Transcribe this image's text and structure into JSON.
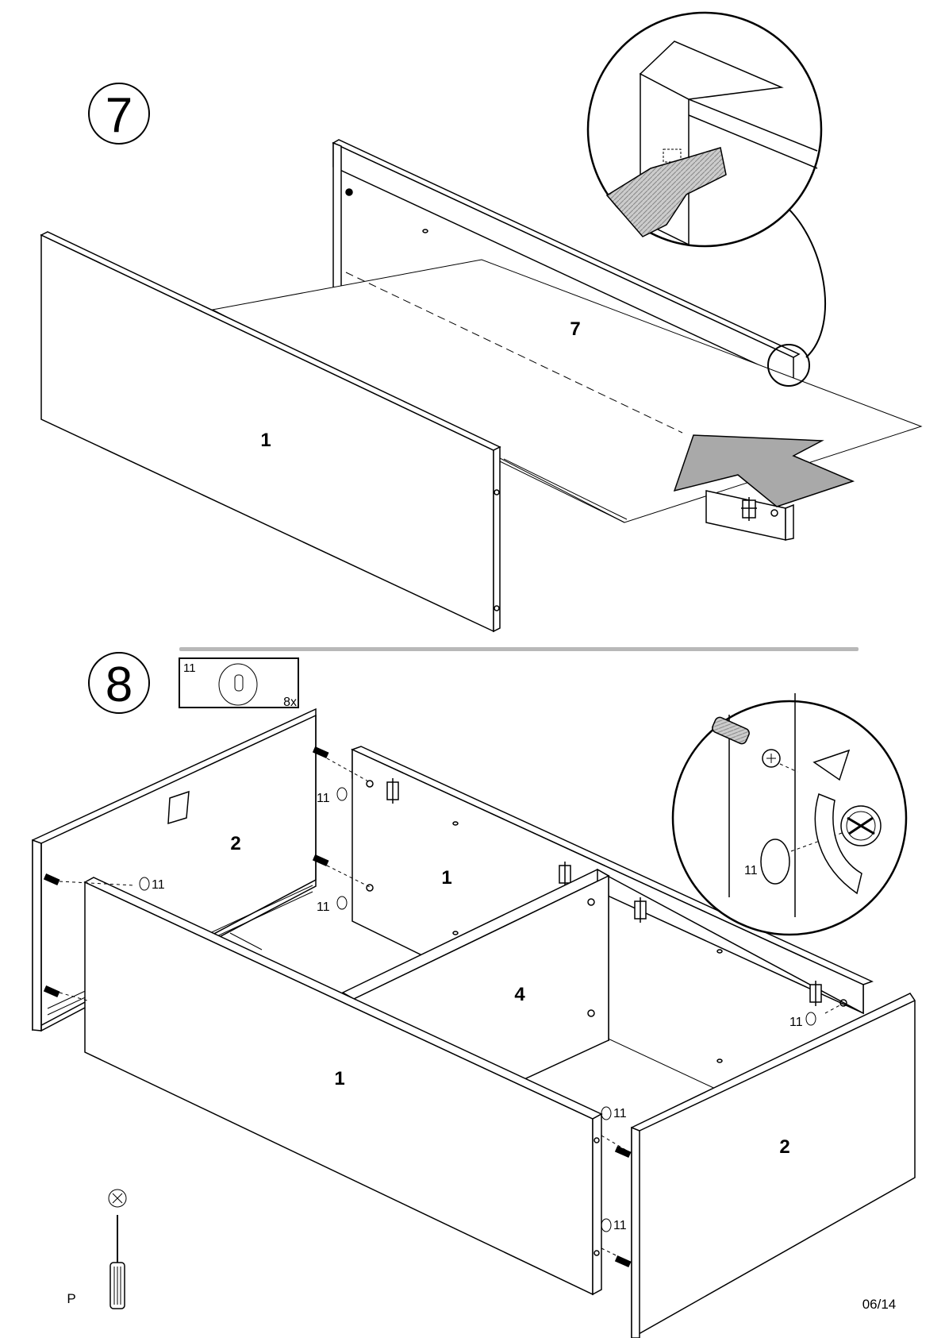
{
  "steps": [
    {
      "number": "7",
      "panel_label": "7"
    },
    {
      "number": "8"
    }
  ],
  "step7": {
    "panels": [
      {
        "id": "front",
        "label": "1"
      },
      {
        "id": "board",
        "label": "7"
      }
    ]
  },
  "step8": {
    "part_box": {
      "part_number": "11",
      "quantity": "8x"
    },
    "panels": [
      {
        "id": "side-left",
        "label": "2"
      },
      {
        "id": "back",
        "label": "1"
      },
      {
        "id": "divider",
        "label": "4"
      },
      {
        "id": "front",
        "label": "1"
      },
      {
        "id": "side-right",
        "label": "2"
      }
    ],
    "hole_labels": [
      "11",
      "11",
      "11",
      "11",
      "11",
      "11",
      "11"
    ],
    "detail_label": "11"
  },
  "footer": {
    "tool_letter": "P",
    "page_number": "06/14"
  },
  "colors": {
    "line": "#000000",
    "arrow": "#a9a9a9",
    "wedge": "#9a9a9a",
    "divider": "#b8b8b8"
  },
  "icons": [
    "screwdriver-icon",
    "no-power-tool-icon",
    "cam-lock-icon",
    "cam-dowel-icon",
    "rotate-arrow-icon",
    "insert-arrow-icon"
  ]
}
